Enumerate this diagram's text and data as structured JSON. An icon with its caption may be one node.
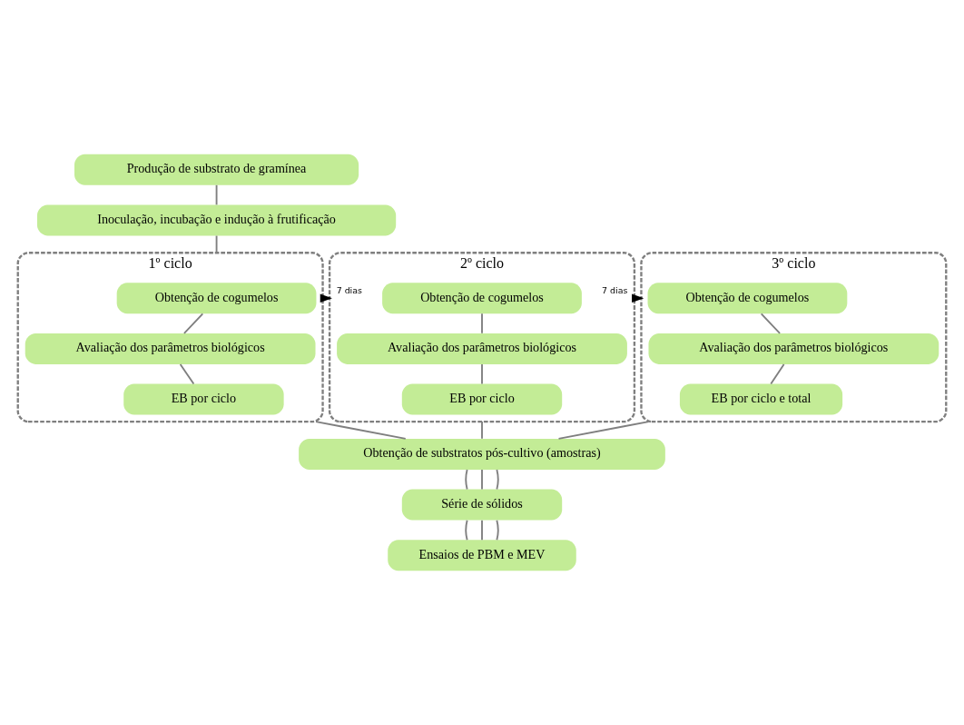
{
  "diagram": {
    "nodes": [
      {
        "text": [
          "Produção de substrato de gramínea"
        ]
      },
      {
        "text": [
          "Inoculação, incubação e indução à frutificação"
        ]
      },
      {
        "text": [
          "1º ciclo"
        ]
      },
      {
        "text": [
          "Obtenção de cogumelos"
        ],
        "in": 2
      },
      {
        "text": [
          "Avaliação dos parâmetros biológicos"
        ],
        "in": 2
      },
      {
        "text": [
          "EB por ciclo"
        ],
        "in": 2
      },
      {
        "text": [
          "2º ciclo"
        ]
      },
      {
        "text": [
          "Obtenção de cogumelos"
        ],
        "in": 6
      },
      {
        "text": [
          "Avaliação dos parâmetros biológicos"
        ],
        "in": 6
      },
      {
        "text": [
          "EB por ciclo"
        ],
        "in": 6
      },
      {
        "text": [
          "3º ciclo"
        ]
      },
      {
        "text": [
          "Obtenção de cogumelos"
        ],
        "in": 10
      },
      {
        "text": [
          "Avaliação dos parâmetros biológicos"
        ],
        "in": 10
      },
      {
        "text": [
          "EB por ciclo e total"
        ],
        "in": 10
      },
      {
        "text": [
          "Obtenção de substratos pós-cultivo (amostras)"
        ]
      },
      {
        "text": [
          "Série de sólidos"
        ]
      },
      {
        "text": [
          "Ensaios de PBM e MEV"
        ]
      }
    ],
    "edges": [
      {
        "from": 0,
        "to": 1,
        "arrow": "none"
      },
      {
        "from": 1,
        "to": 2,
        "arrow": "none"
      },
      {
        "from": 3,
        "to": 4,
        "arrow": "none"
      },
      {
        "from": 4,
        "to": 5,
        "arrow": "none"
      },
      {
        "from": 2,
        "to": 6,
        "arrow": "to",
        "label": "7 dias",
        "color": "#000000"
      },
      {
        "from": 7,
        "to": 8,
        "arrow": "none"
      },
      {
        "from": 8,
        "to": 9,
        "arrow": "none"
      },
      {
        "from": 6,
        "to": 10,
        "arrow": "to",
        "label": "7 dias",
        "color": "#000000"
      },
      {
        "from": 11,
        "to": 12,
        "arrow": "none"
      },
      {
        "from": 12,
        "to": 13,
        "arrow": "none"
      },
      {
        "from": 2,
        "to": 14,
        "arrow": "none"
      },
      {
        "from": 6,
        "to": 14,
        "arrow": "none"
      },
      {
        "from": 10,
        "to": 14,
        "arrow": "none"
      },
      {
        "from": 14,
        "to": 15,
        "arrow": "none"
      },
      {
        "from": 14,
        "to": 15,
        "arrow": "none"
      },
      {
        "from": 14,
        "to": 15,
        "arrow": "none"
      },
      {
        "from": 15,
        "to": 16,
        "arrow": "none"
      },
      {
        "from": 15,
        "to": 16,
        "arrow": "none"
      },
      {
        "from": 15,
        "to": 16,
        "arrow": "none"
      }
    ]
  }
}
